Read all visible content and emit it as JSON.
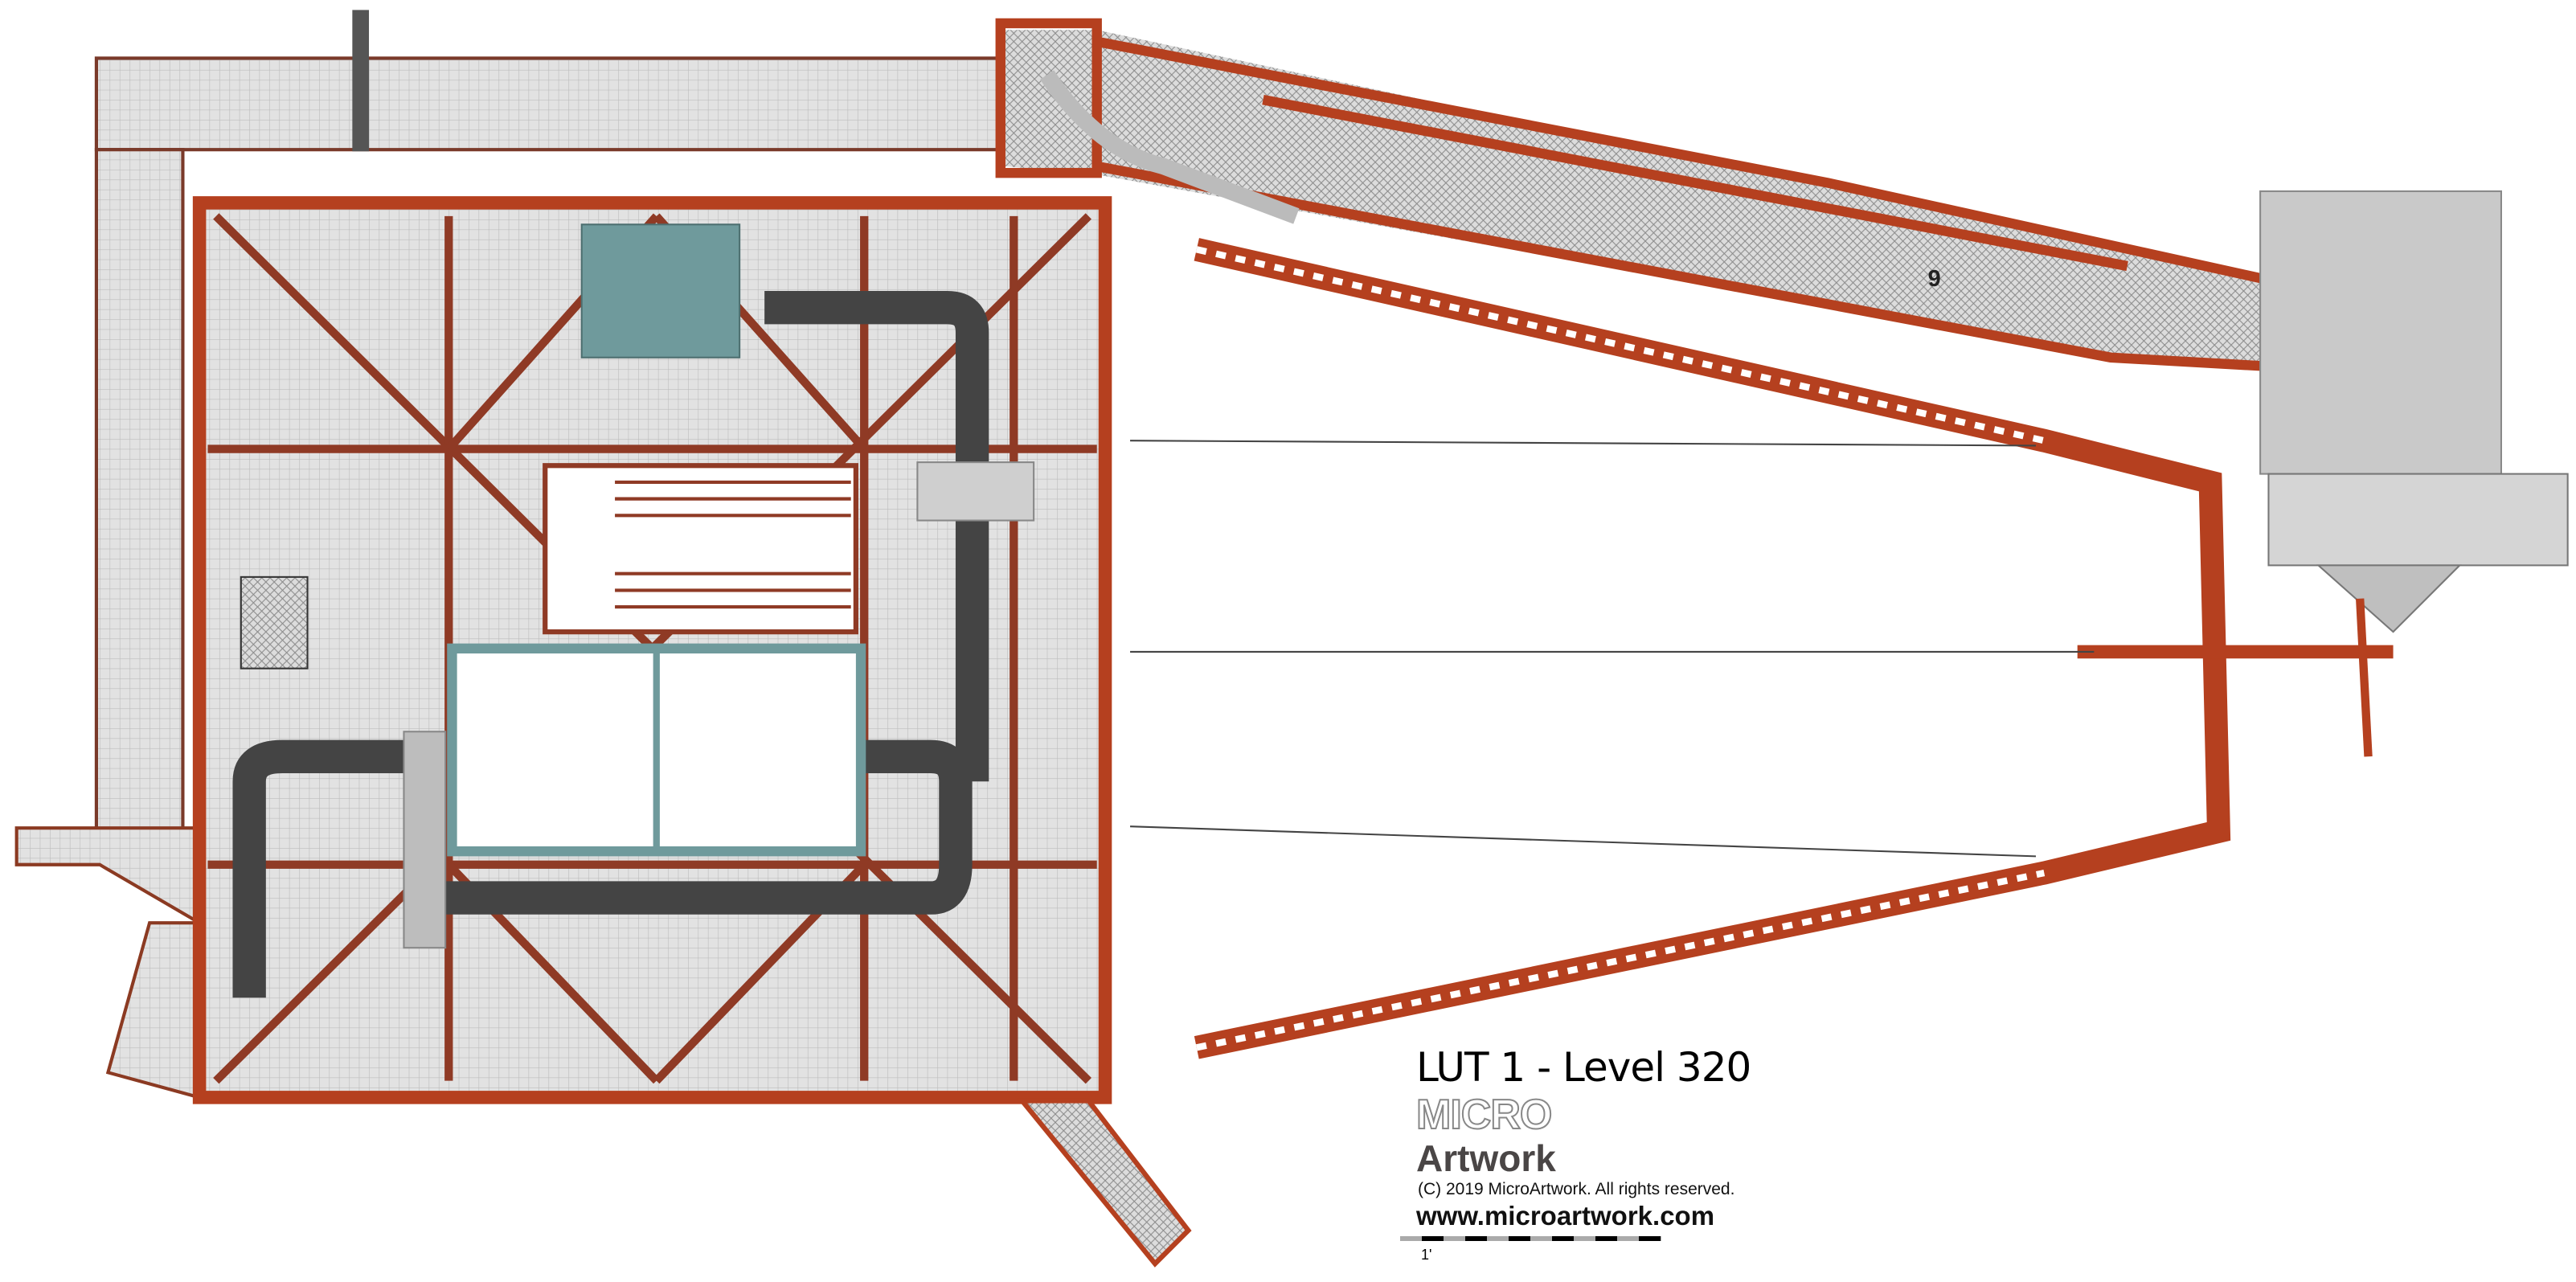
{
  "drawing": {
    "title": "LUT 1 - Level 320",
    "boom_marker": "9",
    "colors": {
      "steel_red": "#b5401f",
      "grating": "#d9d9d9",
      "teal": "#6f9a9c",
      "duct": "#444444",
      "equipment": "#c9c9c9"
    }
  },
  "logo": {
    "line1": "MICRO",
    "line2": "Artwork"
  },
  "credits": {
    "copyright": "(C) 2019 MicroArtwork. All rights reserved.",
    "website": "www.microartwork.com"
  },
  "scale_bar": {
    "label": "1'"
  }
}
